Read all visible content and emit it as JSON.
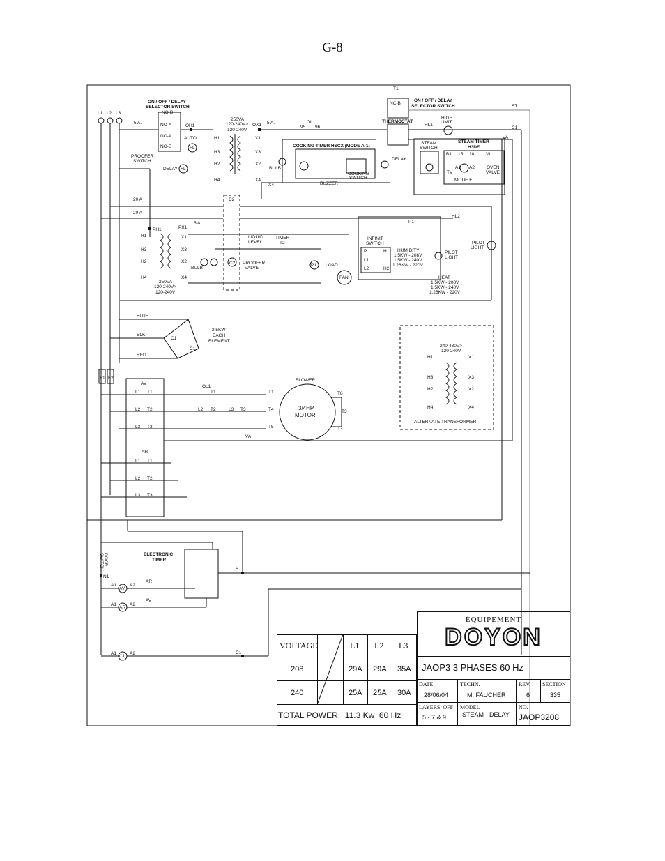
{
  "page": {
    "title": "G-8"
  },
  "labels": {
    "l1": "L1",
    "l2": "L2",
    "l3": "L3",
    "sel_switch_1": "ON / OFF / DELAY",
    "sel_switch_1b": "SELECTOR SWITCH",
    "sel_switch_2": "ON / OFF / DELAY",
    "sel_switch_2b": "SELECTOR SWITCH",
    "no_b_1": "NO-B",
    "no_a_1": "NO-A",
    "no_a_2": "NO-A",
    "no_b_2": "NO-B",
    "fuse_5a_1": "5 A.",
    "oh1": "OH1",
    "auto": "AUTO",
    "fl1": "FL",
    "delay_fl": "DELAY",
    "fl2": "FL",
    "proofer_switch": "PROOFER",
    "proofer_switch_b": "SWITCH",
    "xfmr1_rating": "250VA",
    "xfmr1_in": "120-240V>",
    "xfmr1_out": "120-240V",
    "h1": "H1",
    "h2": "H2",
    "h3": "H3",
    "h4": "H4",
    "x1": "X1",
    "x2": "X2",
    "x3": "X3",
    "x4": "X4",
    "ox1": "OX1",
    "fuse_5a_2": "5 A.",
    "bulb1": "BULB",
    "ol1": "OL1",
    "c95": "95",
    "c96": "96",
    "cooking_timer": "COOKING TIMER HSCX (MODE A-1)",
    "buzzer": "BUZZER",
    "cooking_switch": "COOKING",
    "cooking_switch_b": "SWITCH",
    "t1_top": "T1",
    "nc_b": "NC-B",
    "thermostat": "THERMOSTAT",
    "delay2": "DELAY",
    "high_limit": "HIGH",
    "high_limit_b": "LIMIT",
    "hl1": "HL1",
    "st": "ST",
    "c1": "C1",
    "va": "VA",
    "steam_switch": "STEAM",
    "steam_switch_b": "SWITCH",
    "steam_timer": "STEAM TIMER",
    "steam_timer_b": "H3DE",
    "b1": "B1",
    "n15": "15",
    "n18": "18",
    "vl": "VL",
    "a1": "A1",
    "a2": "A2",
    "tv": "TV",
    "mode_e": "MODE E",
    "oven_valve": "OVEN",
    "oven_valve_b": "VALVE",
    "f20a_1": "20 A",
    "f20a_2": "20 A",
    "c2": "C2",
    "hl2": "HL2",
    "ph1": "PH1",
    "px1": "PX1",
    "fuse_5a_3": "5 A",
    "liquid_level": "LIQUID",
    "liquid_level_b": "LEVEL",
    "timer": "TIMER",
    "t2": "T2",
    "proofer_valve": "PROOFER",
    "proofer_valve_b": "VALVE",
    "bulb2": "BULB",
    "xfmr2_rating": "250VA",
    "xfmr2_in": "120-240V>",
    "xfmr2_out": "120-240V",
    "p1": "P1",
    "load": "LOAD",
    "fan": "FAN",
    "infinit_switch": "INFINIT",
    "infinit_switch_b": "SWITCH",
    "p": "P",
    "l1b": "L1",
    "l2b": "L2",
    "h1b": "H1",
    "h2b": "H2",
    "humidity": "HUMIDITY",
    "hum1": "1.5KW - 208V",
    "hum2": "1.5KW - 240V",
    "hum3": "1.26KW - 220V",
    "pilot_light": "PILOT",
    "pilot_light_b": "LIGHT",
    "pilot_light2": "PILOT",
    "pilot_light2_b": "LIGHT",
    "heat": "HEAT",
    "heat1": "1.5KW - 208V",
    "heat2": "1.5KW - 240V",
    "heat3": "1.26KW - 220V",
    "blue": "BLUE",
    "blk": "BLK",
    "red": "RED",
    "element": "2.5KW",
    "element_b": "EACH",
    "element_c": "ELEMENT",
    "alt_xfmr_rating": "240-480V>",
    "alt_xfmr_out": "120-240V",
    "alt_transformer": "ALTERNATE TRANSFORMER",
    "f1": "F1",
    "f2": "F2",
    "av": "AV",
    "ar": "AR",
    "blower": "BLOWER",
    "motor": "3/4HP",
    "motor_b": "MOTOR",
    "t1": "T1",
    "t2m": "T2",
    "t3": "T3",
    "t4": "T4",
    "t5": "T5",
    "t8": "T8",
    "door_switch": "DOOR",
    "door_switch_b": "SWITCH",
    "n1": "N1",
    "electronic_timer": "ELECTRONIC",
    "electronic_timer_b": "TIMER"
  },
  "title_block": {
    "brand_top": "ÉQUIPEMENT",
    "brand": "DOYON",
    "headers": [
      "VOLTAGE",
      "L1",
      "L2",
      "L3"
    ],
    "rows": [
      {
        "voltage": "208",
        "l1": "29A",
        "l2": "29A",
        "l3": "35A"
      },
      {
        "voltage": "240",
        "l1": "25A",
        "l2": "25A",
        "l3": "30A"
      }
    ],
    "total_power": "TOTAL POWER:  11.3 Kw  60 Hz",
    "model_title": "JAOP3 3 PHASES 60 Hz",
    "date_label": "DATE",
    "date": "28/06/04",
    "techn_label": "TECHN.",
    "techn": "M. FAUCHER",
    "rev_label": "REV.",
    "rev": "6",
    "section_label": "SECTION",
    "section": "335",
    "layers_label": "LAYERS  OFF",
    "layers": "5 - 7 & 9",
    "model_label": "MODEL",
    "model": "STEAM - DELAY",
    "no_label": "NO.",
    "no": "JAOP3208"
  }
}
